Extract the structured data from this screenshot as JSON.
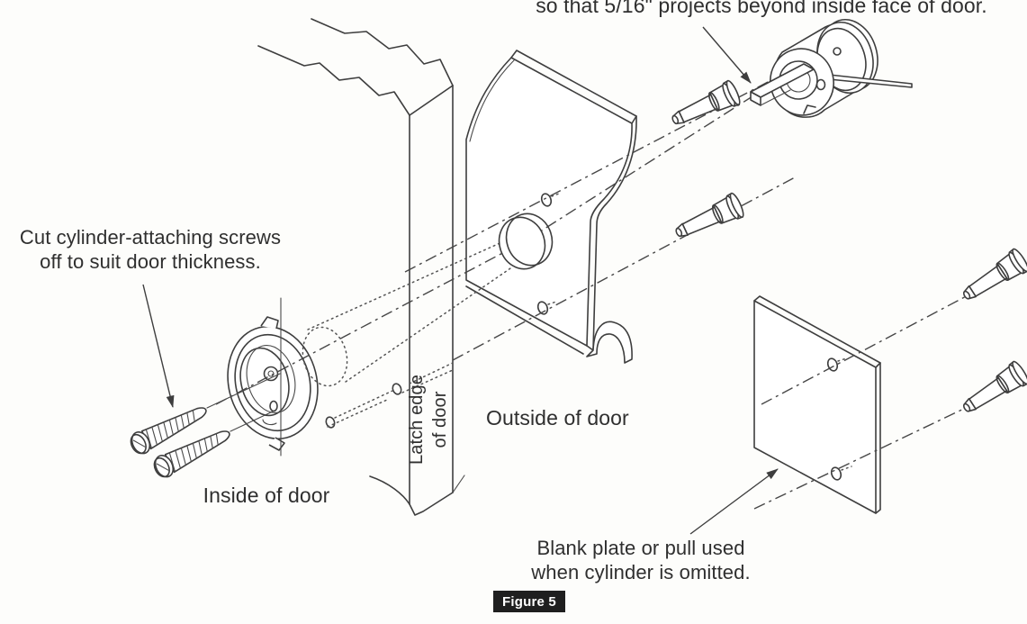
{
  "figure": {
    "badge_label": "Figure 5"
  },
  "annotations": {
    "top_note": "so that 5/16\" projects beyond inside face of door.",
    "cut_screws_note": {
      "line1": "Cut cylinder-attaching screws",
      "line2": "off to suit door thickness."
    },
    "blank_plate_note": {
      "line1": "Blank plate or pull used",
      "line2": "when cylinder is omitted."
    }
  },
  "labels": {
    "latch_edge": {
      "line1": "Latch edge",
      "line2": "of door"
    },
    "outside_of_door": "Outside of door",
    "inside_of_door": "Inside of door"
  },
  "colors": {
    "ink": "#3e3e3e",
    "text": "#2f2f2f",
    "badge_background": "#1f1f1f",
    "badge_text": "#ffffff",
    "paper": "#fdfdfb"
  }
}
